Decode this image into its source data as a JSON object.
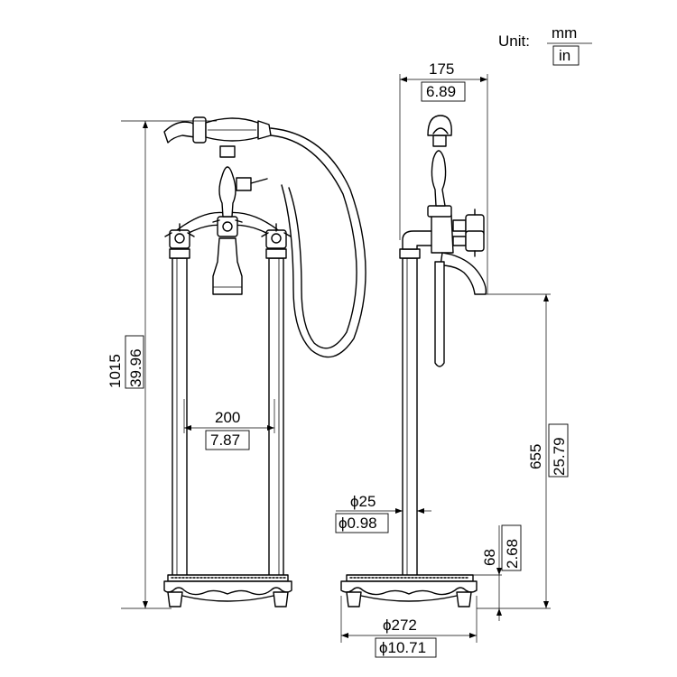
{
  "unit": {
    "label": "Unit:",
    "primary": "mm",
    "secondary": "in"
  },
  "dimensions": {
    "overall_height": {
      "mm": "1015",
      "in": "39.96"
    },
    "center_spacing": {
      "mm": "200",
      "in": "7.87"
    },
    "spout_reach": {
      "mm": "175",
      "in": "6.89"
    },
    "spout_height": {
      "mm": "655",
      "in": "25.79"
    },
    "pipe_diameter": {
      "mm": "ϕ25",
      "in": "ϕ0.98"
    },
    "base_height": {
      "mm": "68",
      "in": "2.68"
    },
    "base_diameter": {
      "mm": "ϕ272",
      "in": "ϕ10.71"
    }
  }
}
